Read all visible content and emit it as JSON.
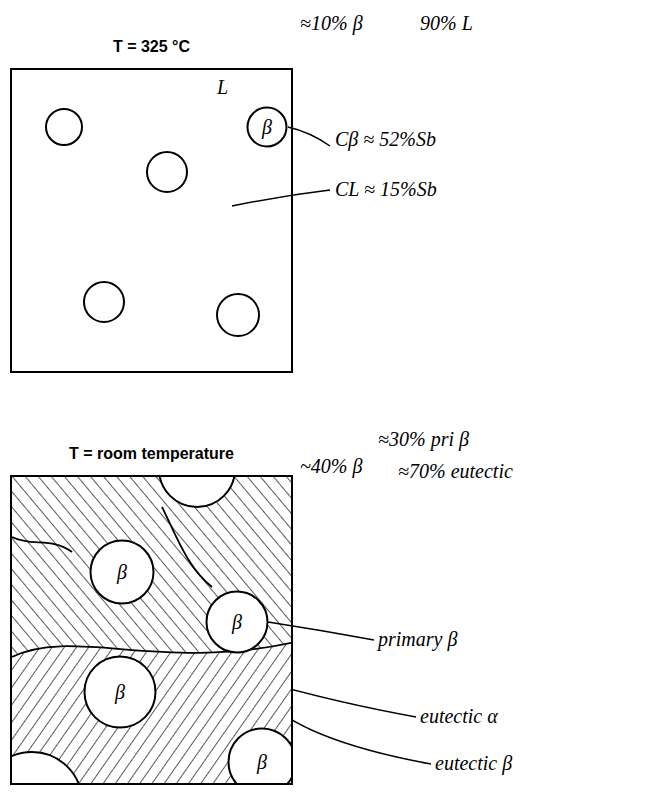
{
  "diagram": {
    "nodes": [
      {
        "text": [
          "T = 325 °C",
          "L"
        ]
      },
      {
        "text": [
          "β"
        ],
        "in": 0
      },
      {
        "text": [
          "T = room temperature"
        ]
      },
      {
        "text": [
          "β"
        ],
        "in": 2
      },
      {
        "text": [
          "β"
        ],
        "in": 2
      },
      {
        "text": [
          "β"
        ],
        "in": 2
      },
      {
        "text": [
          "β"
        ],
        "in": 2
      }
    ],
    "labels": [
      "≈10% β",
      "90% L",
      "Cβ ≈ 52%Sb",
      "CL ≈ 15%Sb",
      "~40% β",
      "≈30% pri β",
      "≈70% eutectic",
      "primary β",
      "eutectic α",
      "eutectic β"
    ]
  }
}
